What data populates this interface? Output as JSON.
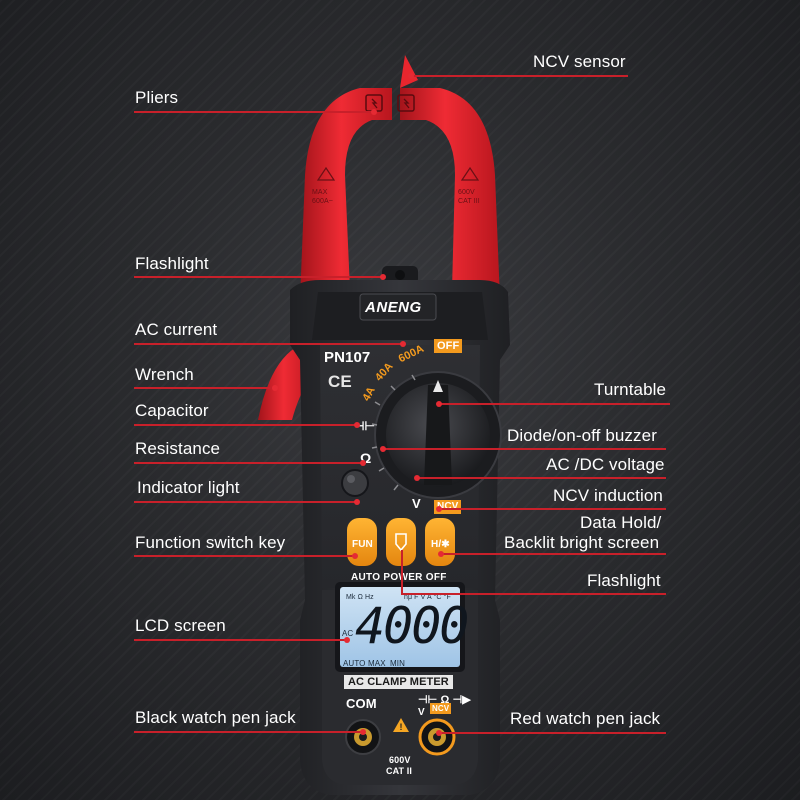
{
  "labels": {
    "ncv_sensor": "NCV sensor",
    "pliers": "Pliers",
    "flashlight_top": "Flashlight",
    "ac_current": "AC current",
    "wrench": "Wrench",
    "capacitor": "Capacitor",
    "resistance": "Resistance",
    "indicator_light": "Indicator light",
    "function_switch_key": "Function switch key",
    "lcd_screen": "LCD screen",
    "black_jack": "Black watch pen jack",
    "turntable": "Turntable",
    "diode_buzzer": "Diode/on-off buzzer",
    "acdc_voltage": "AC /DC voltage",
    "ncv_induction": "NCV induction",
    "data_hold_1": "Data Hold/",
    "data_hold_2": "Backlit bright screen",
    "flashlight_bottom": "Flashlight",
    "red_jack": "Red watch pen jack"
  },
  "device": {
    "brand": "ANENG",
    "model": "PN107",
    "ce_mark": "CE",
    "range_4a": "4A",
    "range_40a": "40A",
    "range_600a": "600A",
    "off": "OFF",
    "ncv": "NCV",
    "v_symbol": "V",
    "ohm_symbol": "Ω",
    "cap_symbol": "⊣⊢",
    "fun_key": "FUN",
    "hold_key": "H/✱",
    "auto_power_off": "AUTO POWER OFF",
    "lcd_value": "4000",
    "lcd_top": "Mk Ω Hz",
    "lcd_top_right": "nμ F V A °C °F",
    "lcd_auto": "AUTO",
    "lcd_max": "MAX",
    "lcd_min": "MIN",
    "lcd_ac": "AC",
    "bottom_label": "AC CLAMP METER",
    "com": "COM",
    "jack_symbols": "⊣⊢ Ω ⊣▶",
    "jack_v": "V",
    "jack_ncv": "NCV",
    "cat_rating": "600V",
    "cat_class": "CAT II",
    "jaw_warning_left": "MAX 600A~",
    "jaw_warning_right": "600V CAT III"
  },
  "colors": {
    "accent_red": "#c8202a",
    "body_dark": "#2b2c30",
    "orange": "#f39a1e",
    "jaw_red": "#e8262e",
    "lcd_blue": "#b7d5ee"
  }
}
